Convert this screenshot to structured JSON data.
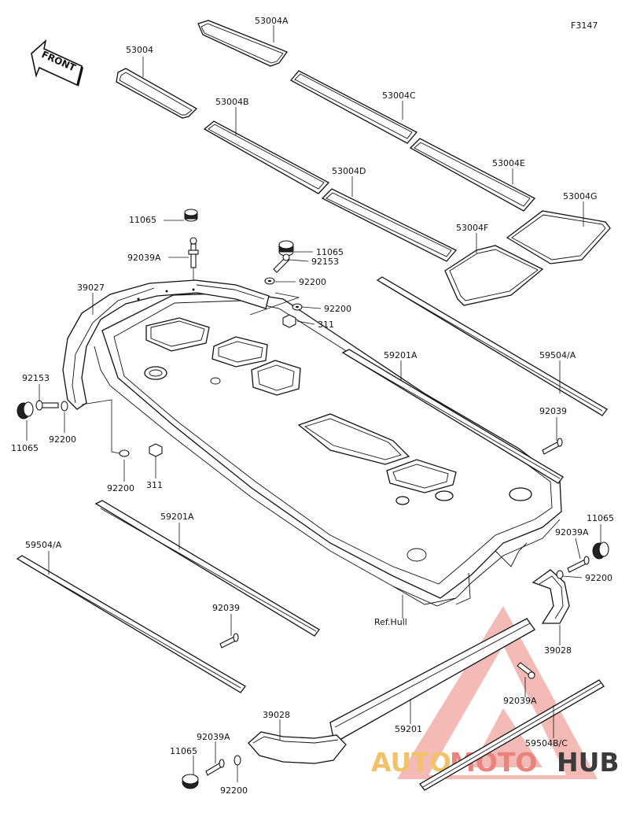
{
  "figure_code": "F3147",
  "front_label": "FRONT",
  "ref_label": "Ref.Hull",
  "watermark": {
    "brand_a": "AUTO",
    "brand_b": "MOTO",
    "brand_c": "HUB",
    "color_light": "#f5b9b4",
    "color_mid": "#e9837b",
    "color_gold": "#f2c26b",
    "color_dark": "#3b3b3b"
  },
  "parts": [
    {
      "id": "p1",
      "label": "53004A"
    },
    {
      "id": "p2",
      "label": "53004"
    },
    {
      "id": "p3",
      "label": "53004C"
    },
    {
      "id": "p4",
      "label": "53004B"
    },
    {
      "id": "p5",
      "label": "53004E"
    },
    {
      "id": "p6",
      "label": "53004D"
    },
    {
      "id": "p7",
      "label": "53004G"
    },
    {
      "id": "p8",
      "label": "53004F"
    },
    {
      "id": "p9",
      "label": "11065"
    },
    {
      "id": "p10",
      "label": "92039A"
    },
    {
      "id": "p11",
      "label": "11065"
    },
    {
      "id": "p12",
      "label": "92153"
    },
    {
      "id": "p13",
      "label": "92200"
    },
    {
      "id": "p14",
      "label": "92200"
    },
    {
      "id": "p15",
      "label": "311"
    },
    {
      "id": "p16",
      "label": "39027"
    },
    {
      "id": "p17",
      "label": "59201A"
    },
    {
      "id": "p18",
      "label": "59504/A"
    },
    {
      "id": "p19",
      "label": "92153"
    },
    {
      "id": "p20",
      "label": "11065"
    },
    {
      "id": "p21",
      "label": "92200"
    },
    {
      "id": "p22",
      "label": "92039"
    },
    {
      "id": "p23",
      "label": "92200"
    },
    {
      "id": "p24",
      "label": "311"
    },
    {
      "id": "p25",
      "label": "59201A"
    },
    {
      "id": "p26",
      "label": "59504/A"
    },
    {
      "id": "p27",
      "label": "11065"
    },
    {
      "id": "p28",
      "label": "92039A"
    },
    {
      "id": "p29",
      "label": "92200"
    },
    {
      "id": "p30",
      "label": "92039"
    },
    {
      "id": "p31",
      "label": "39028"
    },
    {
      "id": "p32",
      "label": "92039A"
    },
    {
      "id": "p33",
      "label": "39028"
    },
    {
      "id": "p34",
      "label": "59201"
    },
    {
      "id": "p35",
      "label": "92039A"
    },
    {
      "id": "p36",
      "label": "11065"
    },
    {
      "id": "p37",
      "label": "59504B/C"
    },
    {
      "id": "p38",
      "label": "92200"
    }
  ]
}
